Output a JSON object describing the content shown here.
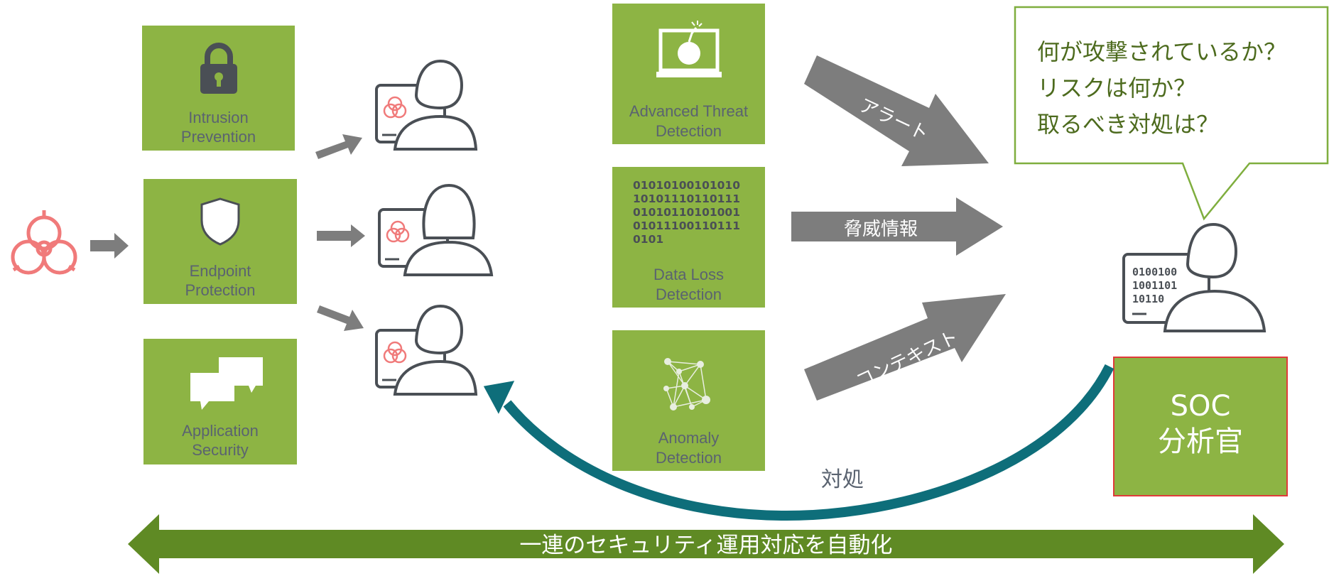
{
  "left_boxes": [
    {
      "label1": "Intrusion",
      "label2": "Prevention",
      "icon": "padlock-icon"
    },
    {
      "label1": "Endpoint",
      "label2": "Protection",
      "icon": "shield-icon"
    },
    {
      "label1": "Application",
      "label2": "Security",
      "icon": "chat-bubbles-icon"
    }
  ],
  "mid_boxes": [
    {
      "label1": "Advanced Threat",
      "label2": "Detection",
      "icon": "monitor-bomb-icon"
    },
    {
      "label1": "Data Loss",
      "label2": "Detection",
      "binary": "01010100101010\n10101110110111\n01010110101001\n01011100110111\n0101"
    },
    {
      "label1": "Anomaly",
      "label2": "Detection",
      "icon": "network-graph-icon"
    }
  ],
  "arrows": {
    "alert": "アラート",
    "threat_intel": "脅威情報",
    "context": "コンテキスト"
  },
  "bubble": {
    "text": "何が攻撃されているか？\nリスクは何か？\n取るべき対処は？"
  },
  "analyst": {
    "screen_text": "0100100\n1001101\n10110",
    "soc_line1": "SOC",
    "soc_line2": "分析官"
  },
  "response_label": "対処",
  "bottom_banner": "一連のセキュリティ運用対応を自動化",
  "colors": {
    "green_box": "#8db444",
    "dark_green_banner": "#5f8a24",
    "teal_arrow": "#0e6e7a",
    "gray_arrow": "#7d7d7d",
    "biohazard": "#f07a7a",
    "soc_border": "#e03a3a"
  }
}
